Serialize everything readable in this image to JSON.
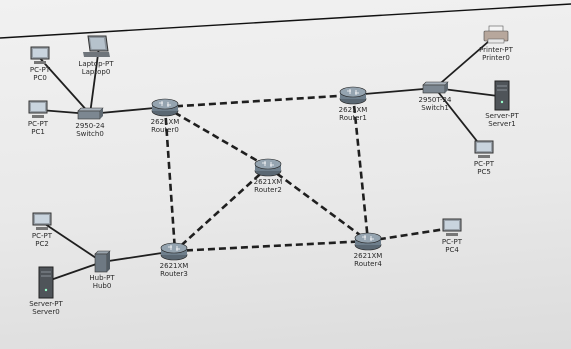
{
  "nodes": {
    "pc0": {
      "type": "PC-PT",
      "name": "PC0"
    },
    "laptop0": {
      "type": "Laptop-PT",
      "name": "Laptop0"
    },
    "pc1": {
      "type": "PC-PT",
      "name": "PC1"
    },
    "switch0": {
      "type": "2950-24",
      "name": "Switch0"
    },
    "router0": {
      "type": "2621XM",
      "name": "Router0"
    },
    "router1": {
      "type": "2621XM",
      "name": "Router1"
    },
    "router2": {
      "type": "2621XM",
      "name": "Router2"
    },
    "router3": {
      "type": "2621XM",
      "name": "Router3"
    },
    "router4": {
      "type": "2621XM",
      "name": "Router4"
    },
    "switch1": {
      "type": "2950T-24",
      "name": "Switch1"
    },
    "printer0": {
      "type": "Printer-PT",
      "name": "Printer0"
    },
    "server1": {
      "type": "Server-PT",
      "name": "Server1"
    },
    "pc5": {
      "type": "PC-PT",
      "name": "PC5"
    },
    "pc2": {
      "type": "PC-PT",
      "name": "PC2"
    },
    "hub0": {
      "type": "Hub-PT",
      "name": "Hub0"
    },
    "server0": {
      "type": "Server-PT",
      "name": "Server0"
    },
    "pc4": {
      "type": "PC-PT",
      "name": "PC4"
    }
  },
  "links": [
    {
      "from": "pc0",
      "to": "switch0",
      "style": "solid"
    },
    {
      "from": "laptop0",
      "to": "switch0",
      "style": "solid"
    },
    {
      "from": "pc1",
      "to": "switch0",
      "style": "solid"
    },
    {
      "from": "switch0",
      "to": "router0",
      "style": "solid"
    },
    {
      "from": "router0",
      "to": "router1",
      "style": "serial"
    },
    {
      "from": "router0",
      "to": "router2",
      "style": "serial"
    },
    {
      "from": "router0",
      "to": "router3",
      "style": "serial"
    },
    {
      "from": "router1",
      "to": "switch1",
      "style": "solid"
    },
    {
      "from": "switch1",
      "to": "printer0",
      "style": "solid"
    },
    {
      "from": "switch1",
      "to": "server1",
      "style": "solid"
    },
    {
      "from": "switch1",
      "to": "pc5",
      "style": "solid"
    },
    {
      "from": "router1",
      "to": "router4",
      "style": "serial"
    },
    {
      "from": "router2",
      "to": "router3",
      "style": "serial"
    },
    {
      "from": "router2",
      "to": "router4",
      "style": "serial"
    },
    {
      "from": "router3",
      "to": "router4",
      "style": "serial"
    },
    {
      "from": "router3",
      "to": "hub0",
      "style": "solid"
    },
    {
      "from": "hub0",
      "to": "pc2",
      "style": "solid"
    },
    {
      "from": "hub0",
      "to": "server0",
      "style": "solid"
    },
    {
      "from": "router4",
      "to": "pc4",
      "style": "serial"
    }
  ],
  "colors": {
    "link": "#1f1f1f",
    "router": "#6f7f8c",
    "device": "#8a8f96",
    "label": "#2a2a2a"
  }
}
